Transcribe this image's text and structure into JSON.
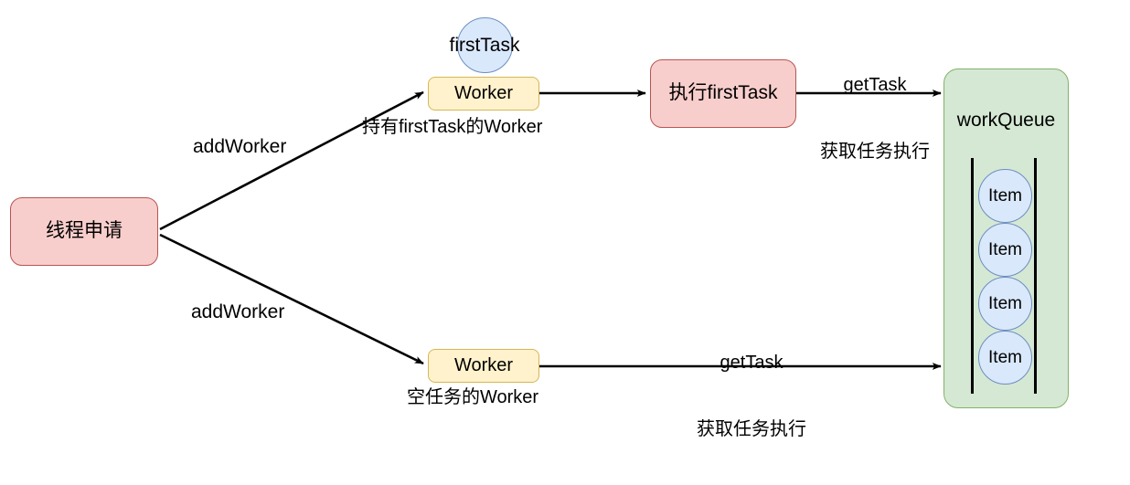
{
  "diagram": {
    "title": "Thread pool worker / workQueue flow",
    "colors": {
      "pink_fill": "#f8cecc",
      "pink_stroke": "#b85450",
      "yellow_fill": "#fff2cc",
      "yellow_stroke": "#d6b656",
      "green_fill": "#d5e8d4",
      "green_stroke": "#82b366",
      "blue_fill": "#dae8fc",
      "blue_stroke": "#6c8ebf",
      "edge_stroke": "#000000",
      "background": "#ffffff"
    }
  },
  "nodes": {
    "thread_request": {
      "label": "线程申请"
    },
    "worker_top": {
      "label": "Worker"
    },
    "worker_bottom": {
      "label": "Worker"
    },
    "first_task_circle": {
      "label": "firstTask"
    },
    "exec_first_task": {
      "label": "执行firstTask"
    },
    "work_queue": {
      "label": "workQueue"
    }
  },
  "queue_items": [
    {
      "label": "Item"
    },
    {
      "label": "Item"
    },
    {
      "label": "Item"
    },
    {
      "label": "Item"
    }
  ],
  "edge_labels": {
    "add_worker_top": "addWorker",
    "add_worker_bottom": "addWorker",
    "holds_first_task": "持有firstTask的Worker",
    "empty_task_worker": "空任务的Worker",
    "get_task_top_line1": "getTask",
    "get_task_top_line2": "获取任务执行",
    "get_task_bottom_line1": "getTask",
    "get_task_bottom_line2": "获取任务执行"
  }
}
